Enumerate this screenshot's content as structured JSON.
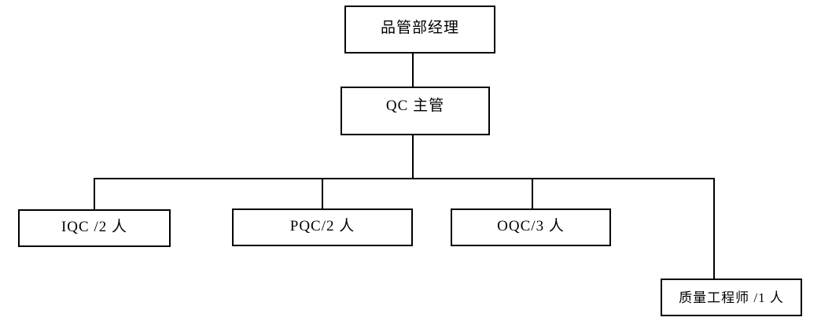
{
  "diagram": {
    "type": "org-chart",
    "nodes": {
      "manager": {
        "label": "品管部经理"
      },
      "supervisor": {
        "label": "QC 主管"
      },
      "iqc": {
        "label": "IQC /2 人"
      },
      "pqc": {
        "label": "PQC/2 人"
      },
      "oqc": {
        "label": "OQC/3 人"
      },
      "engineer": {
        "label": "质量工程师 /1 人"
      }
    },
    "edges": [
      {
        "from": "manager",
        "to": "supervisor"
      },
      {
        "from": "supervisor",
        "to": "iqc"
      },
      {
        "from": "supervisor",
        "to": "pqc"
      },
      {
        "from": "supervisor",
        "to": "oqc"
      },
      {
        "from": "supervisor",
        "to": "engineer"
      }
    ],
    "colors": {
      "line": "#000000",
      "background": "#ffffff",
      "text": "#000000"
    }
  }
}
